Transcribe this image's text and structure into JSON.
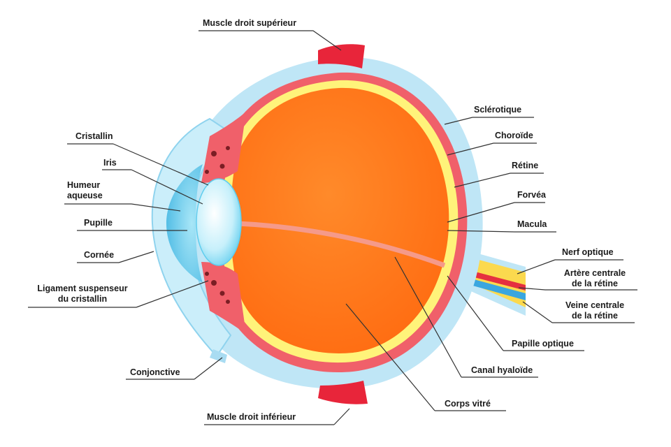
{
  "labels": {
    "muscle_droit_superieur": "Muscle droit  supérieur",
    "sclerotique": "Sclérotique",
    "choroide": "Choroïde",
    "retine": "Rétine",
    "forvea": "Forvéa",
    "macula": "Macula",
    "nerf_optique": "Nerf optique",
    "artere_centrale_1": "Artère centrale",
    "artere_centrale_2": "de la rétine",
    "veine_centrale_1": "Veine centrale",
    "veine_centrale_2": "de la rétine",
    "papille_optique": "Papille optique",
    "canal_hyaloide": "Canal hyaloïde",
    "corps_vitre": "Corps vitré",
    "muscle_droit_inferieur": "Muscle droit inférieur",
    "conjonctive": "Conjonctive",
    "ligament_1": "Ligament suspenseur",
    "ligament_2": "du cristallin",
    "cornee": "Cornée",
    "pupille": "Pupille",
    "humeur_1": "Humeur",
    "humeur_2": "aqueuse",
    "iris": "Iris",
    "cristallin": "Cristallin"
  },
  "colors": {
    "sclera": "#bfe6f6",
    "choroid": "#f0606a",
    "retina": "#fff37a",
    "vitreous": "#ff7a1f",
    "lens": "#d8f5fc",
    "muscle": "#e8253a",
    "nerve": "#fbd94e",
    "artery": "#e53040",
    "vein": "#3aa6df",
    "line": "#333333"
  }
}
